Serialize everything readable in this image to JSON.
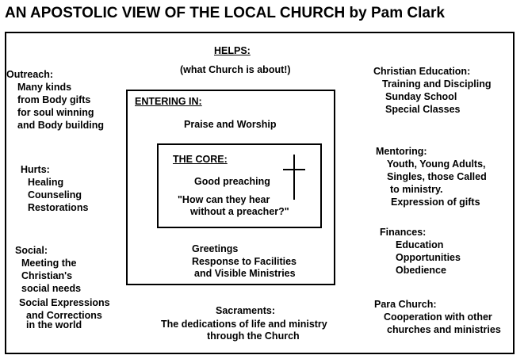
{
  "title": "AN APOSTOLIC VIEW OF THE LOCAL CHURCH  by Pam Clark",
  "helps": {
    "heading": "HELPS:",
    "sub": "(what Church is about!)"
  },
  "outreach": {
    "heading": "Outreach:",
    "lines": [
      "Many kinds",
      "from Body gifts",
      "for soul winning",
      "and Body building"
    ]
  },
  "hurts": {
    "heading": "Hurts:",
    "lines": [
      "Healing",
      "Counseling",
      "Restorations"
    ]
  },
  "social": {
    "heading": "Social:",
    "lines": [
      "Meeting the",
      "Christian's",
      "social needs",
      "Social Expressions",
      "and Corrections",
      "in the world"
    ]
  },
  "christian_education": {
    "heading": "Christian Education:",
    "lines": [
      "Training and Discipling",
      "Sunday School",
      "Special Classes"
    ]
  },
  "mentoring": {
    "heading": "Mentoring:",
    "lines": [
      "Youth, Young Adults,",
      "Singles, those Called",
      "to ministry.",
      "Expression of gifts"
    ]
  },
  "finances": {
    "heading": "Finances:",
    "lines": [
      "Education",
      "Opportunities",
      "Obedience"
    ]
  },
  "para_church": {
    "heading": "Para Church:",
    "lines": [
      "Cooperation with other",
      "churches and ministries"
    ]
  },
  "sacraments": {
    "heading": "Sacraments:",
    "lines": [
      "The dedications of life and ministry",
      "through the Church"
    ]
  },
  "entering_in": {
    "heading": "ENTERING IN:",
    "top": "Praise and Worship",
    "bottom": [
      "Greetings",
      "Response to Facilities",
      "and Visible Ministries"
    ]
  },
  "core": {
    "heading": "THE CORE:",
    "line1": "Good preaching",
    "quote": [
      "\"How can they hear",
      "without a preacher?\""
    ]
  }
}
